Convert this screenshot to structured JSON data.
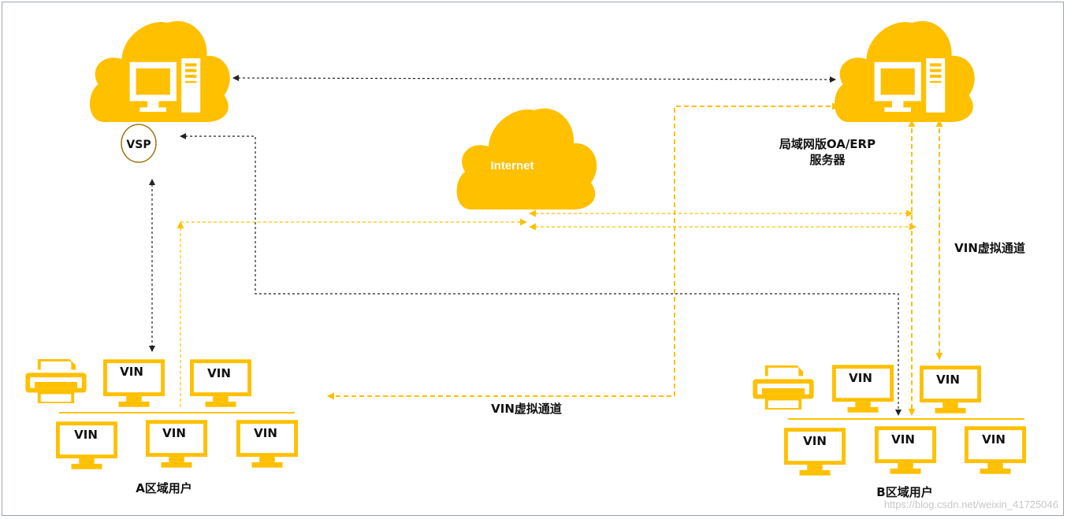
{
  "colors": {
    "accent": "#FFC000",
    "link_dark": "#222222",
    "border": "#9aa5b1"
  },
  "icons": [
    "cloud-icon",
    "computer-icon",
    "printer-icon",
    "monitor-icon"
  ],
  "vsp": {
    "label": "VSP"
  },
  "internet": {
    "label": "Internet"
  },
  "server": {
    "line1": "局域网版OA/ERP",
    "line2": "服务器"
  },
  "tunnel_labels": {
    "right": "VIN虚拟通道",
    "bottom": "VIN虚拟通道"
  },
  "group_a": {
    "label": "A区域用户",
    "monitors": [
      "VIN",
      "VIN",
      "VIN",
      "VIN",
      "VIN"
    ]
  },
  "group_b": {
    "label": "B区域用户",
    "monitors": [
      "VIN",
      "VIN",
      "VIN",
      "VIN",
      "VIN"
    ]
  },
  "watermark": "https://blog.csdn.net/weixin_41725046"
}
